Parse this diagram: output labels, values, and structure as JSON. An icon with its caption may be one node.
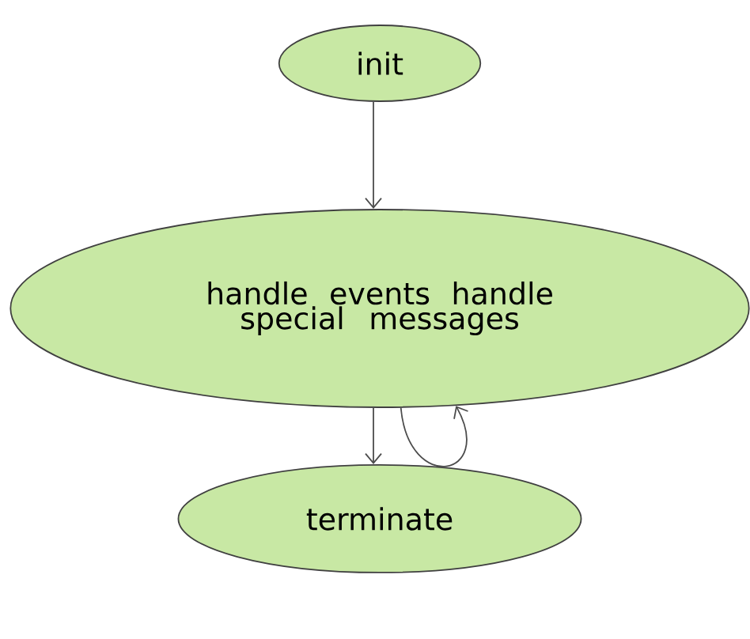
{
  "diagram": {
    "nodes": [
      {
        "text": [
          "init"
        ]
      },
      {
        "text": [
          "handle events handle special messages"
        ]
      },
      {
        "text": [
          "terminate"
        ]
      }
    ],
    "edges": [
      {
        "from": 0,
        "to": 1,
        "arrow": "to"
      },
      {
        "from": 1,
        "to": 2,
        "arrow": "to"
      },
      {
        "from": 1,
        "to": 1,
        "arrow": "to"
      }
    ]
  }
}
